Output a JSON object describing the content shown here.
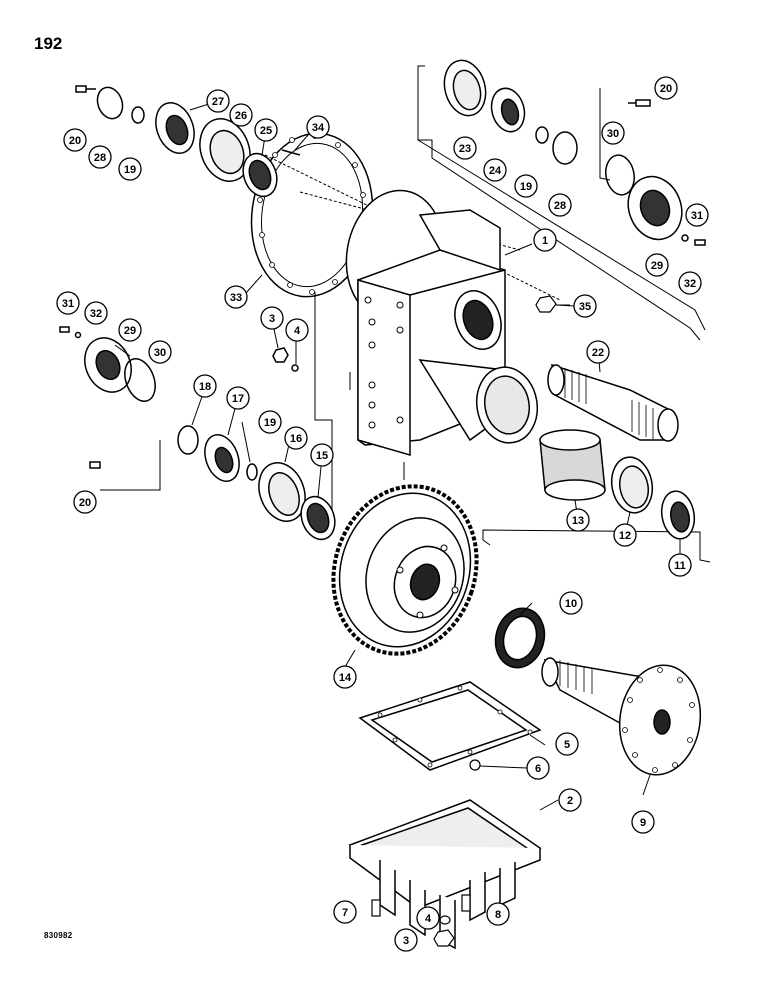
{
  "page": {
    "number": "192",
    "drawing_code": "830982"
  },
  "callouts": {
    "c1": "1",
    "c2": "2",
    "c3a": "3",
    "c3b": "3",
    "c4a": "4",
    "c4b": "4",
    "c5": "5",
    "c6": "6",
    "c7": "7",
    "c8": "8",
    "c9": "9",
    "c10": "10",
    "c11": "11",
    "c12": "12",
    "c13": "13",
    "c14": "14",
    "c15": "15",
    "c16": "16",
    "c17": "17",
    "c18": "18",
    "c19a": "19",
    "c19b": "19",
    "c19c": "19",
    "c20a": "20",
    "c20b": "20",
    "c20c": "20",
    "c22": "22",
    "c23": "23",
    "c24": "24",
    "c25": "25",
    "c26": "26",
    "c27": "27",
    "c28a": "28",
    "c28b": "28",
    "c29a": "29",
    "c29b": "29",
    "c30a": "30",
    "c30b": "30",
    "c31a": "31",
    "c31b": "31",
    "c32a": "32",
    "c32b": "32",
    "c33": "33",
    "c34": "34",
    "c35": "35"
  },
  "colors": {
    "line": "#000000",
    "paper": "#ffffff",
    "shade": "#1a1a1a"
  }
}
